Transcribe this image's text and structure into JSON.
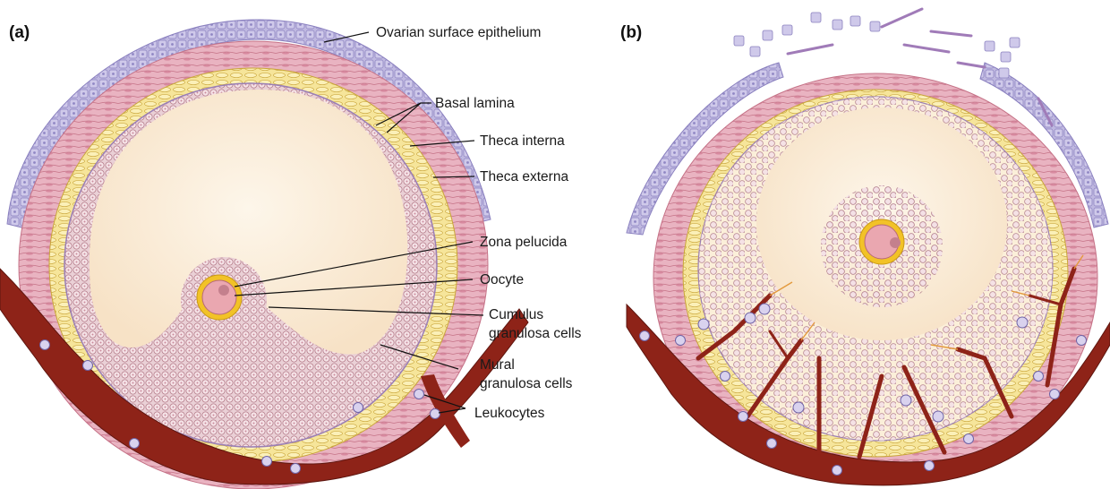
{
  "panels": {
    "a": {
      "letter": "(a)"
    },
    "b": {
      "letter": "(b)"
    }
  },
  "labels": {
    "ovarian_surface_epithelium": "Ovarian surface epithelium",
    "basal_lamina": "Basal lamina",
    "theca_interna": "Theca interna",
    "theca_externa": "Theca externa",
    "zona_pelucida": "Zona pelucida",
    "oocyte": "Oocyte",
    "cumulus_line1": "Cumulus",
    "cumulus_line2": "granulosa cells",
    "mural_line1": "Mural",
    "mural_line2": "granulosa cells",
    "leukocytes": "Leukocytes"
  },
  "colors": {
    "epithelium": "#b9b3dc",
    "theca_externa": "#e7a9bb",
    "theca_interna": "#f3dc7a",
    "granulosa": "#e8c3cc",
    "antrum": "#fbefd9",
    "zona": "#f2c227",
    "oocyte": "#e9a6ae",
    "vessel": "#8e2318",
    "leukocyte": "#d9d2ee"
  }
}
